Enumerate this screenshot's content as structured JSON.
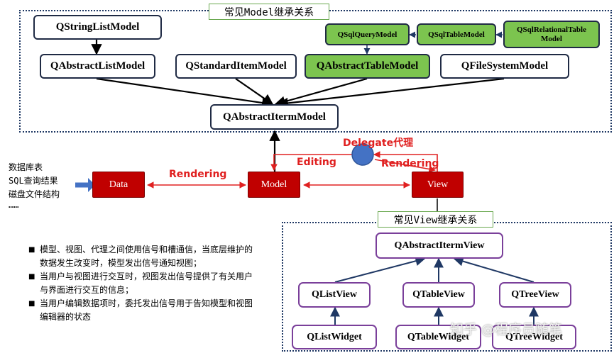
{
  "model_section": {
    "title": "常见Model继承关系",
    "string_list_model": "QStringListModel",
    "abstract_list_model": "QAbstractListModel",
    "standard_item_model": "QStandardItemModel",
    "abstract_table_model": "QAbstractTableModel",
    "file_system_model": "QFileSystemModel",
    "sql_query_model": "QSqlQueryModel",
    "sql_table_model": "QSqlTableModel",
    "sql_relational_table_model": "QSqlRelationalTable\nModel",
    "abstract_item_model": "QAbstractItermModel"
  },
  "flow": {
    "delegate_label": "Delegate代理",
    "data_box": "Data",
    "model_box": "Model",
    "view_box": "View",
    "rendering_left": "Rendering",
    "editing": "Editing",
    "rendering_right": "Rendering"
  },
  "sources": [
    "数据库表",
    "SQL查询结果",
    "磁盘文件结构",
    "……"
  ],
  "view_section": {
    "title": "常见View继承关系",
    "abstract_item_view": "QAbstractItermView",
    "list_view": "QListView",
    "table_view": "QTableView",
    "tree_view": "QTreeView",
    "list_widget": "QListWidget",
    "table_widget": "QTableWidget",
    "tree_widget": "QTreeWidget"
  },
  "notes": [
    "模型、视图、代理之间使用信号和槽通信，当底层维护的数据发生改变时，模型发出信号通知视图；",
    "当用户与视图进行交互时，视图发出信号提供了有关用户与界面进行交互的信息；",
    "当用户编辑数据项时，委托发出信号用于告知模型和视图编辑器的状态"
  ],
  "watermark": "知乎 @程序员随笔",
  "colors": {
    "accent_green": "#7cc44f",
    "flow_red": "#c00000",
    "view_purple": "#7a3f9a",
    "frame_navy": "#1f3864"
  }
}
